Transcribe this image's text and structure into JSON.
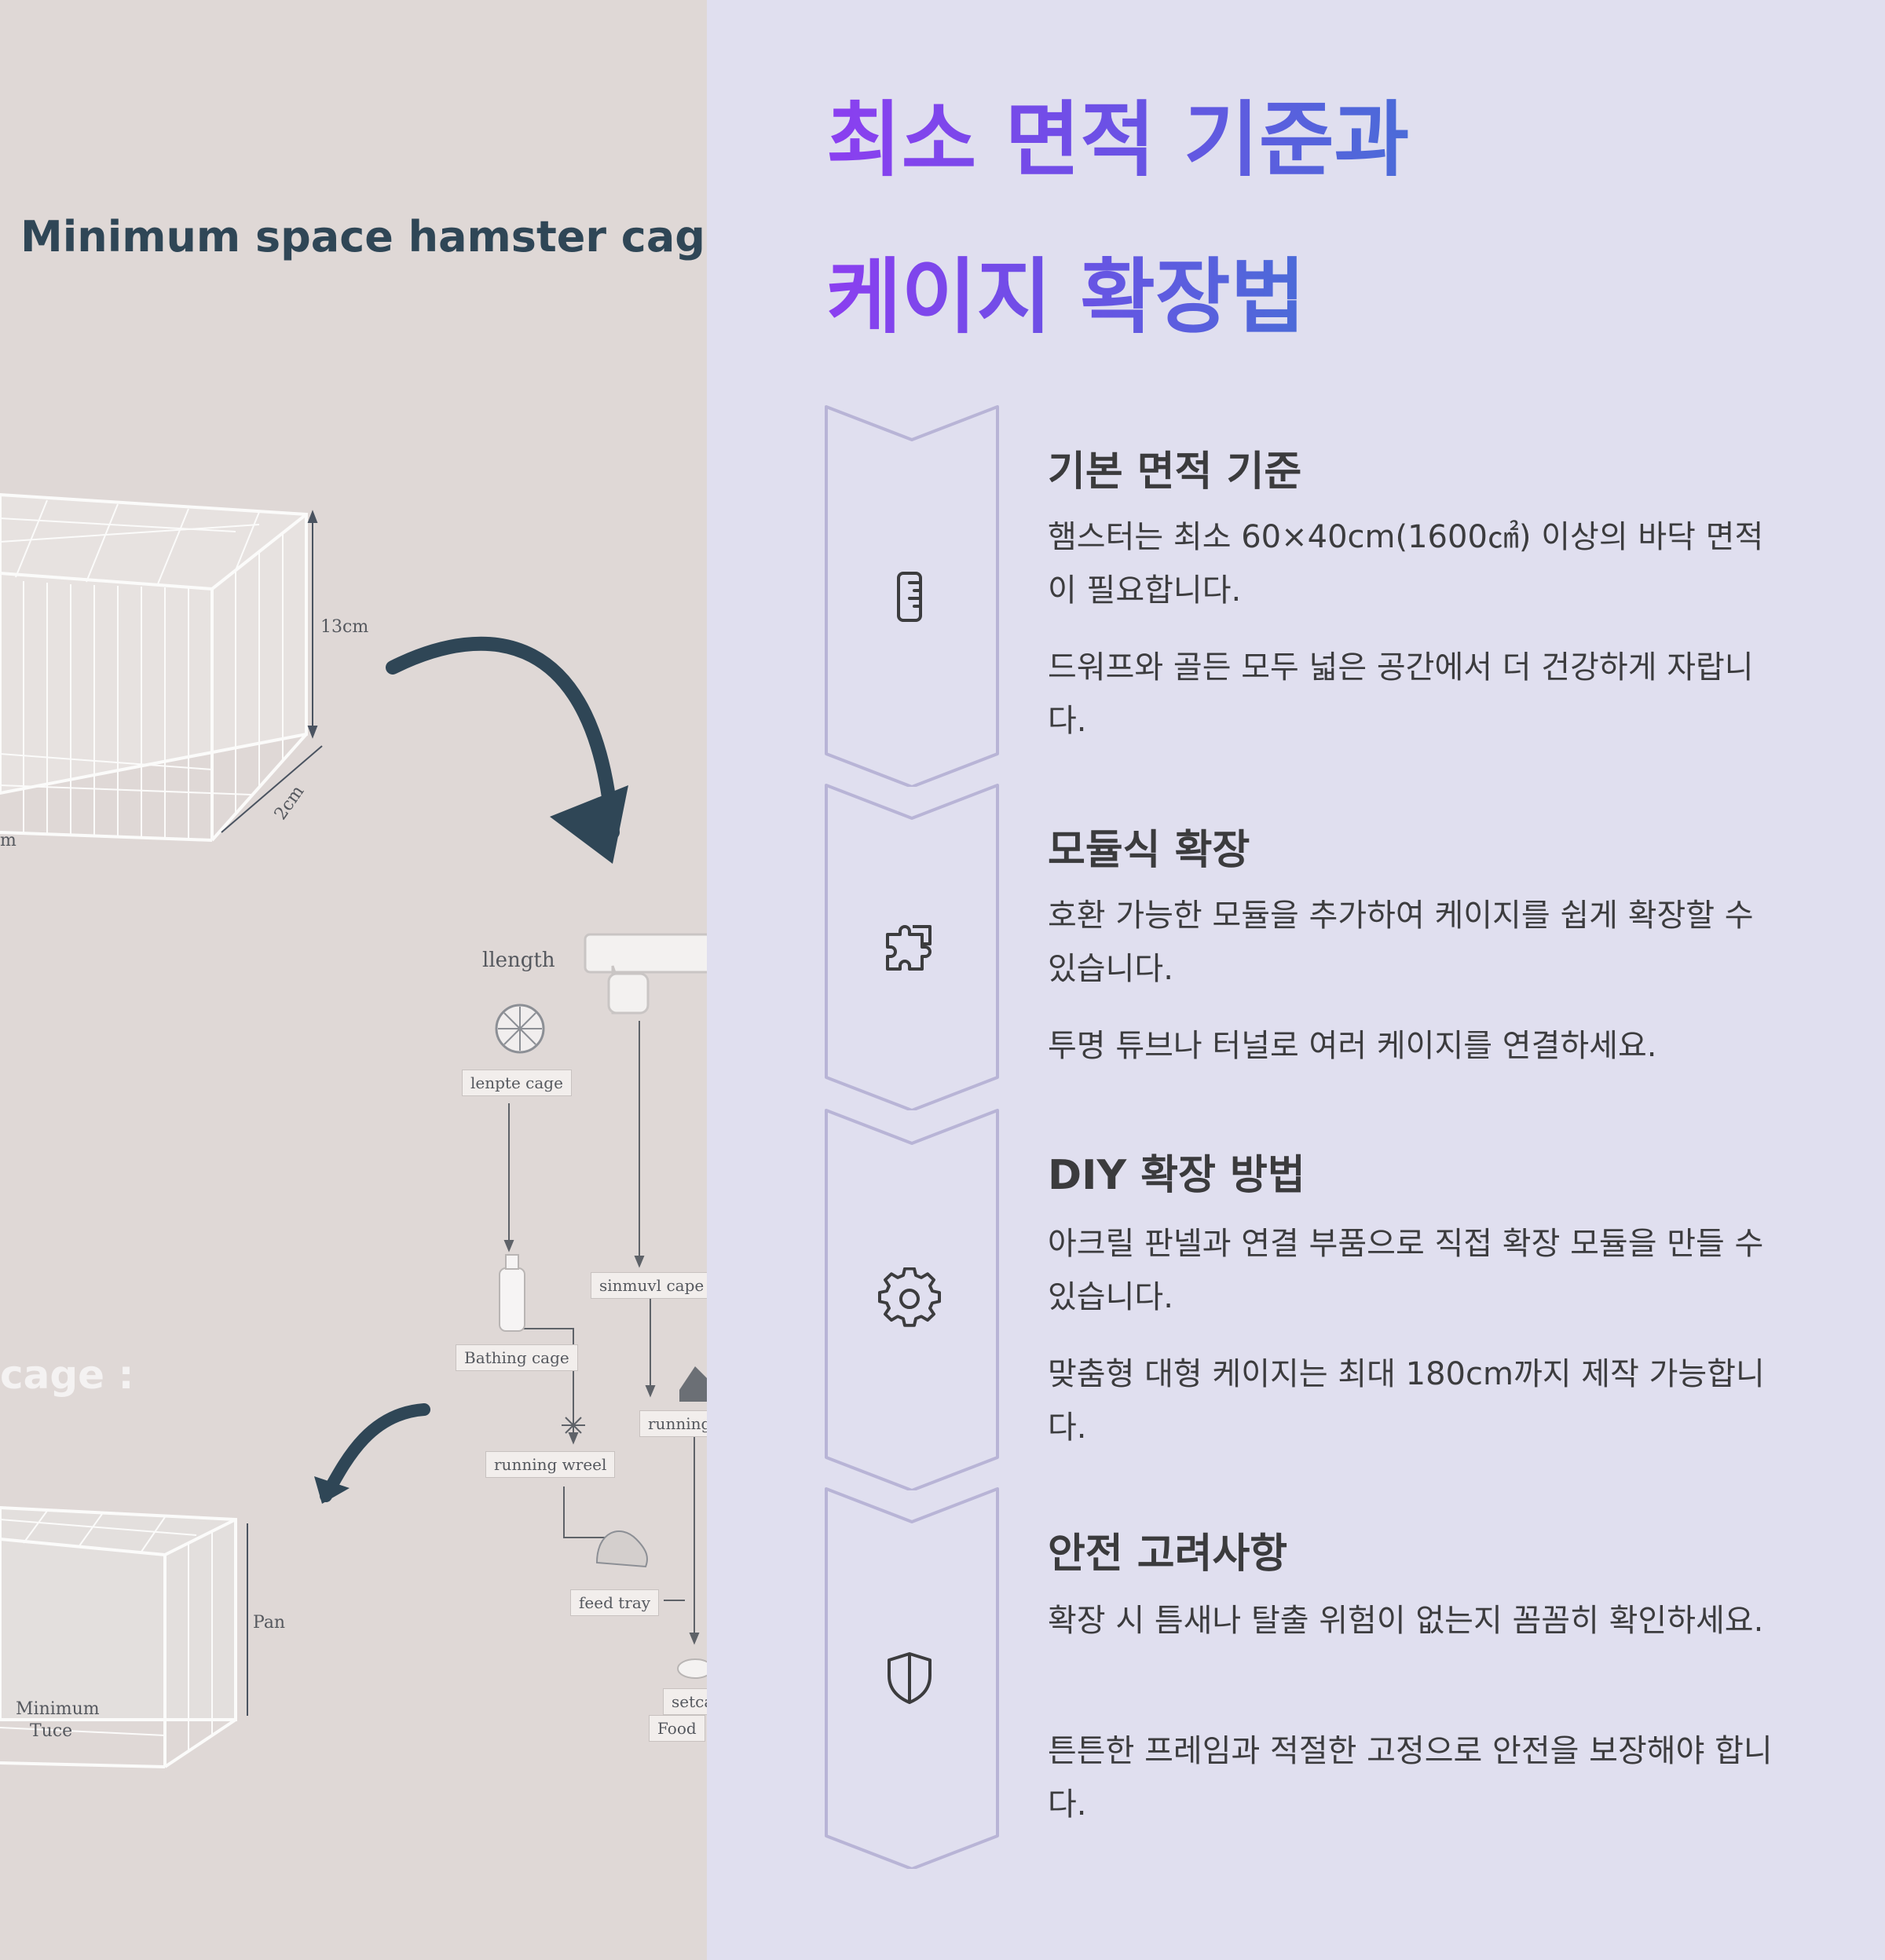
{
  "illustration": {
    "title": "Minimum space hamster cage",
    "dim_height": "13cm",
    "dim_depth": "2cm",
    "dim_left": "m",
    "length_label": "llength",
    "nodes": {
      "lenpte_cage": "lenpte cage",
      "bathing_cage": "Bathing cage",
      "running_wheel": "running wreel",
      "food_tray": "feed tray",
      "sinmul_cape": "sinmuvl cape",
      "running": "running",
      "setca": "setca",
      "food": "Food"
    },
    "cage_caption": "cage :",
    "bottom_dim": "Pan",
    "bottom_label_1": "Minimum",
    "bottom_label_2": "Tuce"
  },
  "heading": {
    "line1": "최소 면적 기준과",
    "line2": "케이지 확장법"
  },
  "steps": [
    {
      "icon": "ruler-icon",
      "title": "기본 면적 기준",
      "paragraphs": [
        "햄스터는 최소 60×40cm(1600㎠) 이상의 바닥 면적이 필요합니다.",
        "드워프와 골든 모두 넓은 공간에서 더 건강하게 자랍니다."
      ]
    },
    {
      "icon": "puzzle-icon",
      "title": "모듈식 확장",
      "paragraphs": [
        "호환 가능한 모듈을 추가하여 케이지를 쉽게 확장할 수 있습니다.",
        "투명 튜브나 터널로 여러 케이지를 연결하세요."
      ]
    },
    {
      "icon": "gear-icon",
      "title": "DIY 확장 방법",
      "paragraphs": [
        "아크릴 판넬과 연결 부품으로 직접 확장 모듈을 만들 수 있습니다.",
        "맞춤형 대형 케이지는 최대 180cm까지 제작 가능합니다."
      ]
    },
    {
      "icon": "shield-icon",
      "title": "안전 고려사항",
      "paragraphs": [
        "확장 시 틈새나 탈출 위험이 없는지 꼼꼼히 확인하세요.",
        "튼튼한 프레임과 적절한 고정으로 안전을 보장해야 합니다."
      ]
    }
  ],
  "colors": {
    "panel_bg": "#e0dfef",
    "illustration_bg": "#dfd8d6",
    "gradient_start": "#8b3ff0",
    "gradient_end": "#4b6bd8",
    "chevron_stroke": "#b8b4d6",
    "text": "#3c3c3e"
  }
}
